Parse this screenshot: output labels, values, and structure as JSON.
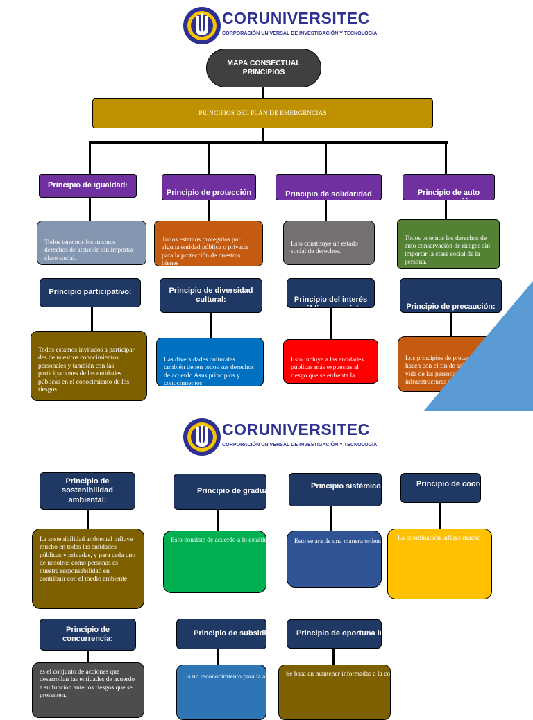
{
  "header": {
    "logo_name": "CORUNIVERSITEC",
    "logo_subtitle": "CORPORACIÓN UNIVERSAL DE INVESTIGACIÓN Y TECNOLOGÍA"
  },
  "top_node": {
    "line1": "MAPA CONSECTUAL",
    "line2": "PRINCIPIOS"
  },
  "main_bar": "PRINCIPIOS DEL PLAN DE EMERGENCIAS",
  "row1_titles": [
    "Principio de igualdad:",
    "Principio de protección",
    "Principio de solidaridad social",
    "Principio de auto conservación"
  ],
  "row1_texts": [
    "Todos tenemos los mismos derechos de atención sin importar clase social.",
    "Todos estamos protegidos por alguna entidad pública o privada para la protección de nuestros bienes",
    "Esto constituye un estado social de derechos.",
    "Todos tenemos los derechos de auto conservación de riesgos sin importar la clase social de la persona."
  ],
  "row2_titles": [
    "Principio participativo:",
    "Principio de diversidad cultural:",
    "Principio del interés público o social:",
    "Principio de precaución:"
  ],
  "row2_texts": [
    "Todos estamos invitados a participar des de nuestros conocimientos personales y también con las participaciones de las entidades públicas en el conocimiento de los riesgos.",
    "Las diversidades culturales también tienen todos sus derechos de acuerdo Asus principios y conocimientos",
    "Esto incluye a las entidades públicas más expuestas al riesgo que se enfrenta la",
    "Los principios de precaución se hacen con el fin de salvaguardar la vida de las personas y las infraestructuras materiales"
  ],
  "row3_titles": [
    "Principio de sostenibilidad ambiental:",
    "Principio de gradualidad:",
    "Principio sistémico:",
    "Principio de coordinación"
  ],
  "row3_texts": [
    "La sostenibilidad ambiental influye mucho en todas las entidades públicas y privadas, y para cada uno de nosotros como personas es nuestra responsabilidad en contribuir con el medio ambiente",
    "Esto consiste de acuerdo a lo establecido",
    "Esto se ara de una manera ordenada y organizada de acuerdo",
    "La coordinación influye mucho"
  ],
  "row4_titles": [
    "Principio de concurrencia:",
    "Principio de subsidiariedad",
    "Principio de oportuna información"
  ],
  "row4_texts": [
    "es el conjunto de acciones que desarrollan las entidades de acuerdo a su función ante los riesgos que se presenten.",
    "Es un reconocimiento para la autonomía",
    "Se basa en mantener informadas a la comunidad"
  ],
  "colors": {
    "gold": "#bf9000",
    "purple": "#7030a0",
    "navy": "#1f3864",
    "dark_grey": "#404040",
    "steel": "#8496b0",
    "orange": "#c55a11",
    "grey": "#767171",
    "green": "#548235",
    "olive": "#7f6000",
    "blue": "#0070c0",
    "red": "#ff0000",
    "burnt": "#c55a11",
    "bright_green": "#00b050",
    "yellow": "#ffc000",
    "triangle": "#5b9bd5"
  }
}
